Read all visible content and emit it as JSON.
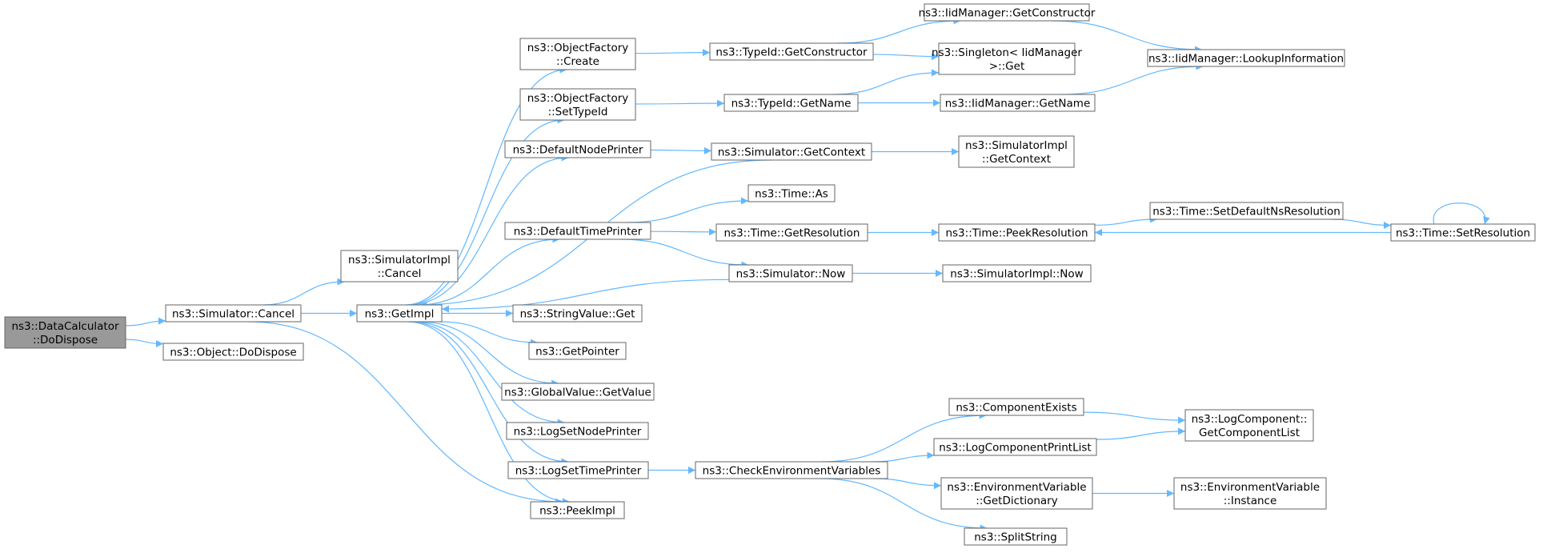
{
  "colors": {
    "edge": "#63b8ff",
    "node_border": "#666666",
    "node_fill": "#ffffff",
    "root_fill": "#999999",
    "text": "#000000"
  },
  "nodes": [
    {
      "id": "datacalc_dodispose",
      "lines": [
        "ns3::DataCalculator",
        "::DoDispose"
      ],
      "root": true
    },
    {
      "id": "simulator_cancel",
      "lines": [
        "ns3::Simulator::Cancel"
      ]
    },
    {
      "id": "object_dodispose",
      "lines": [
        "ns3::Object::DoDispose"
      ]
    },
    {
      "id": "simimpl_cancel",
      "lines": [
        "ns3::SimulatorImpl",
        "::Cancel"
      ]
    },
    {
      "id": "getimpl",
      "lines": [
        "ns3::GetImpl"
      ]
    },
    {
      "id": "objfactory_create",
      "lines": [
        "ns3::ObjectFactory",
        "::Create"
      ]
    },
    {
      "id": "objfactory_settypeid",
      "lines": [
        "ns3::ObjectFactory",
        "::SetTypeId"
      ]
    },
    {
      "id": "defaultnodeprinter",
      "lines": [
        "ns3::DefaultNodePrinter"
      ]
    },
    {
      "id": "defaulttimeprinter",
      "lines": [
        "ns3::DefaultTimePrinter"
      ]
    },
    {
      "id": "stringvalue_get",
      "lines": [
        "ns3::StringValue::Get"
      ]
    },
    {
      "id": "getpointer",
      "lines": [
        "ns3::GetPointer"
      ]
    },
    {
      "id": "globalvalue_getvalue",
      "lines": [
        "ns3::GlobalValue::GetValue"
      ]
    },
    {
      "id": "logsetnodeprinter",
      "lines": [
        "ns3::LogSetNodePrinter"
      ]
    },
    {
      "id": "logsettimeprinter",
      "lines": [
        "ns3::LogSetTimePrinter"
      ]
    },
    {
      "id": "peekimpl",
      "lines": [
        "ns3::PeekImpl"
      ]
    },
    {
      "id": "typeid_getconstructor",
      "lines": [
        "ns3::TypeId::GetConstructor"
      ]
    },
    {
      "id": "typeid_getname",
      "lines": [
        "ns3::TypeId::GetName"
      ]
    },
    {
      "id": "simulator_getcontext",
      "lines": [
        "ns3::Simulator::GetContext"
      ]
    },
    {
      "id": "time_as",
      "lines": [
        "ns3::Time::As"
      ]
    },
    {
      "id": "time_getresolution",
      "lines": [
        "ns3::Time::GetResolution"
      ]
    },
    {
      "id": "simulator_now",
      "lines": [
        "ns3::Simulator::Now"
      ]
    },
    {
      "id": "checkenvvars",
      "lines": [
        "ns3::CheckEnvironmentVariables"
      ]
    },
    {
      "id": "iidmanager_getconstructor",
      "lines": [
        "ns3::IidManager::GetConstructor"
      ]
    },
    {
      "id": "singleton_iidmanager_get",
      "lines": [
        "ns3::Singleton< IidManager",
        ">::Get"
      ]
    },
    {
      "id": "iidmanager_getname",
      "lines": [
        "ns3::IidManager::GetName"
      ]
    },
    {
      "id": "simimpl_getcontext",
      "lines": [
        "ns3::SimulatorImpl",
        "::GetContext"
      ]
    },
    {
      "id": "time_peekresolution",
      "lines": [
        "ns3::Time::PeekResolution"
      ]
    },
    {
      "id": "simimpl_now",
      "lines": [
        "ns3::SimulatorImpl::Now"
      ]
    },
    {
      "id": "componentexists",
      "lines": [
        "ns3::ComponentExists"
      ]
    },
    {
      "id": "logcomponentprintlist",
      "lines": [
        "ns3::LogComponentPrintList"
      ]
    },
    {
      "id": "envvar_getdictionary",
      "lines": [
        "ns3::EnvironmentVariable",
        "::GetDictionary"
      ]
    },
    {
      "id": "splitstring",
      "lines": [
        "ns3::SplitString"
      ]
    },
    {
      "id": "iidmanager_lookupinformation",
      "lines": [
        "ns3::IidManager::LookupInformation"
      ]
    },
    {
      "id": "time_setdefaultnsresolution",
      "lines": [
        "ns3::Time::SetDefaultNsResolution"
      ]
    },
    {
      "id": "time_setresolution",
      "lines": [
        "ns3::Time::SetResolution"
      ]
    },
    {
      "id": "logcomponent_getcomponentlist",
      "lines": [
        "ns3::LogComponent::",
        "GetComponentList"
      ]
    },
    {
      "id": "envvar_instance",
      "lines": [
        "ns3::EnvironmentVariable",
        "::Instance"
      ]
    }
  ],
  "edges": [
    [
      "datacalc_dodispose",
      "simulator_cancel"
    ],
    [
      "datacalc_dodispose",
      "object_dodispose"
    ],
    [
      "simulator_cancel",
      "simimpl_cancel"
    ],
    [
      "simulator_cancel",
      "getimpl"
    ],
    [
      "simulator_cancel",
      "peekimpl"
    ],
    [
      "getimpl",
      "objfactory_create"
    ],
    [
      "getimpl",
      "objfactory_settypeid"
    ],
    [
      "getimpl",
      "defaultnodeprinter"
    ],
    [
      "getimpl",
      "defaulttimeprinter"
    ],
    [
      "getimpl",
      "stringvalue_get"
    ],
    [
      "getimpl",
      "getpointer"
    ],
    [
      "getimpl",
      "globalvalue_getvalue"
    ],
    [
      "getimpl",
      "logsetnodeprinter"
    ],
    [
      "getimpl",
      "logsettimeprinter"
    ],
    [
      "getimpl",
      "peekimpl"
    ],
    [
      "objfactory_create",
      "typeid_getconstructor"
    ],
    [
      "objfactory_settypeid",
      "typeid_getname"
    ],
    [
      "defaultnodeprinter",
      "simulator_getcontext"
    ],
    [
      "simulator_getcontext",
      "getimpl"
    ],
    [
      "simulator_getcontext",
      "simimpl_getcontext"
    ],
    [
      "defaulttimeprinter",
      "time_as"
    ],
    [
      "defaulttimeprinter",
      "time_getresolution"
    ],
    [
      "defaulttimeprinter",
      "simulator_now"
    ],
    [
      "simulator_now",
      "getimpl"
    ],
    [
      "simulator_now",
      "simimpl_now"
    ],
    [
      "logsettimeprinter",
      "checkenvvars"
    ],
    [
      "typeid_getconstructor",
      "iidmanager_getconstructor"
    ],
    [
      "typeid_getconstructor",
      "singleton_iidmanager_get"
    ],
    [
      "typeid_getname",
      "singleton_iidmanager_get"
    ],
    [
      "typeid_getname",
      "iidmanager_getname"
    ],
    [
      "iidmanager_getconstructor",
      "iidmanager_lookupinformation"
    ],
    [
      "iidmanager_getname",
      "iidmanager_lookupinformation"
    ],
    [
      "time_getresolution",
      "time_peekresolution"
    ],
    [
      "time_peekresolution",
      "time_setdefaultnsresolution"
    ],
    [
      "time_setdefaultnsresolution",
      "time_setresolution"
    ],
    [
      "time_setresolution",
      "time_peekresolution"
    ],
    [
      "time_setresolution",
      "time_setresolution"
    ],
    [
      "checkenvvars",
      "componentexists"
    ],
    [
      "checkenvvars",
      "logcomponentprintlist"
    ],
    [
      "checkenvvars",
      "envvar_getdictionary"
    ],
    [
      "checkenvvars",
      "splitstring"
    ],
    [
      "componentexists",
      "logcomponent_getcomponentlist"
    ],
    [
      "logcomponentprintlist",
      "logcomponent_getcomponentlist"
    ],
    [
      "envvar_getdictionary",
      "envvar_instance"
    ]
  ]
}
